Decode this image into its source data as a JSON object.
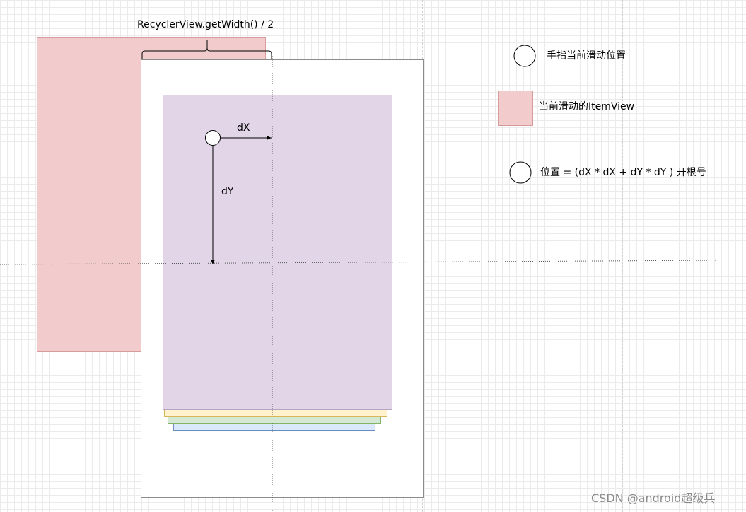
{
  "labels": {
    "width_formula": "RecyclerView.getWidth() / 2",
    "dx": "dX",
    "dy": "dY"
  },
  "legend": {
    "finger_position": "手指当前滑动位置",
    "swiping_item_view": "当前滑动的ItemView",
    "distance_formula": "位置 = (dX * dX + dY * dY ) 开根号"
  },
  "watermark": "CSDN @android超级兵",
  "colors": {
    "swiping_item": "#f2cccc",
    "swiping_item_border": "#d79b9b",
    "top_card": "#e1d5e7",
    "top_card_border": "#b5a3c4",
    "stack_yellow": "#fff2cc",
    "stack_yellow_border": "#d6b656",
    "stack_green": "#d5e8d4",
    "stack_green_border": "#82b366",
    "stack_blue": "#dae8fc",
    "stack_blue_border": "#6c8ebf",
    "recycler_border": "#8c8c8c"
  }
}
